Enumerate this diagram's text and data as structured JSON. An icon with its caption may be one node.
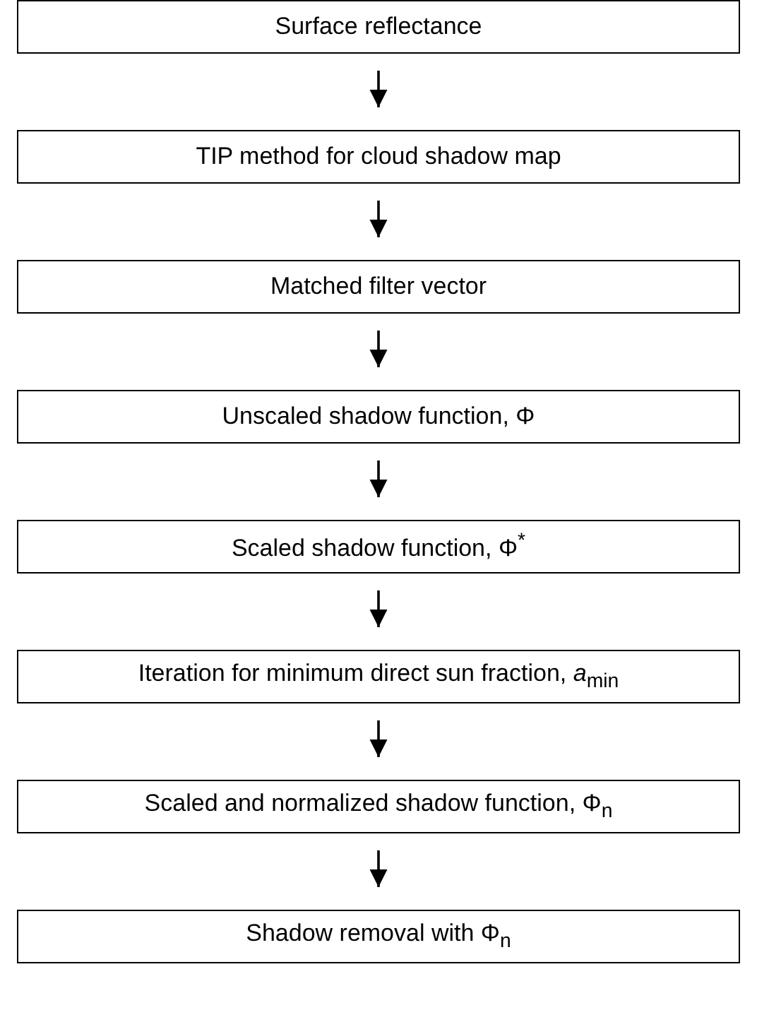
{
  "diagram": {
    "nodes": [
      {
        "text": [
          "Surface reflectance"
        ]
      },
      {
        "text": [
          "TIP method for cloud shadow map"
        ]
      },
      {
        "text": [
          "Matched filter vector"
        ]
      },
      {
        "text": [
          "Unscaled shadow function, Φ"
        ]
      },
      {
        "text": [
          "Scaled shadow function, Φ$^{*}$"
        ]
      },
      {
        "text": [
          "Iteration for minimum direct sun fraction, *a*$_{min}$"
        ]
      },
      {
        "text": [
          "Scaled and normalized shadow function, Φ$_{n}$"
        ]
      },
      {
        "text": [
          "Shadow removal with Φ$_{n}$"
        ]
      }
    ],
    "edges": [
      {
        "from": 0,
        "to": 1,
        "arrow": "to"
      },
      {
        "from": 1,
        "to": 2,
        "arrow": "to"
      },
      {
        "from": 2,
        "to": 3,
        "arrow": "to"
      },
      {
        "from": 3,
        "to": 4,
        "arrow": "to"
      },
      {
        "from": 4,
        "to": 5,
        "arrow": "to"
      },
      {
        "from": 5,
        "to": 6,
        "arrow": "to"
      },
      {
        "from": 6,
        "to": 7,
        "arrow": "to"
      }
    ]
  }
}
